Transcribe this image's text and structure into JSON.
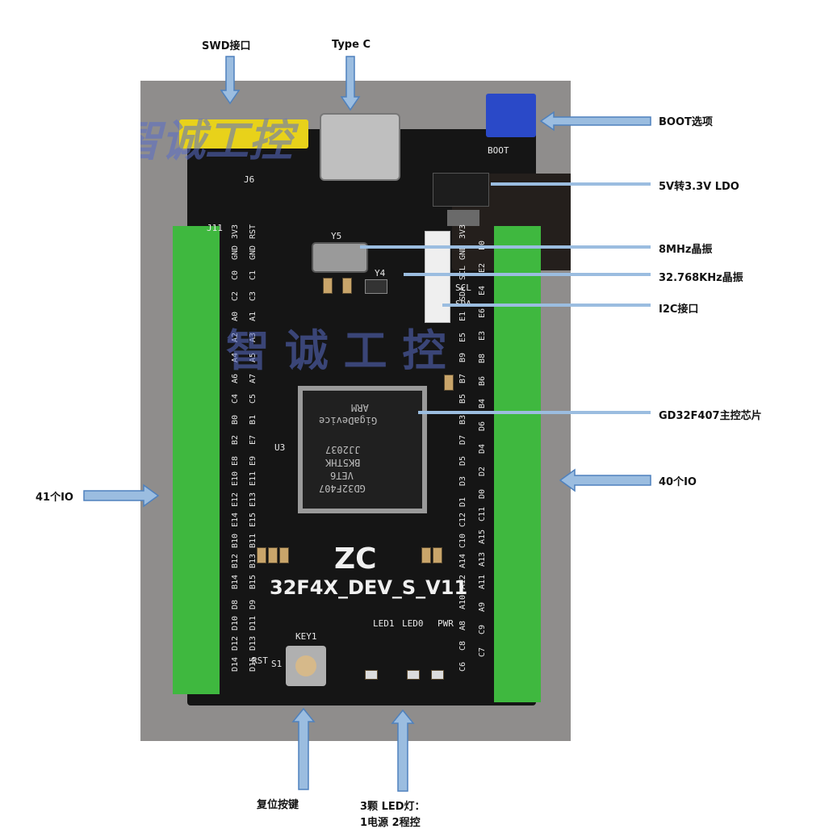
{
  "labels": {
    "swd": "SWD接口",
    "typec": "Type C",
    "boot": "BOOT选项",
    "ldo": "5V转3.3V LDO",
    "xtal8": "8MHz晶振",
    "xtal32": "32.768KHz晶振",
    "i2c": "I2C接口",
    "mcu": "GD32F407主控芯片",
    "io41": "41个IO",
    "io40": "40个IO",
    "reset": "复位按键",
    "led_line1": "3颗 LED灯：",
    "led_line2": "1电源  2程控"
  },
  "board": {
    "brand": "ZC",
    "model": "32F4X_DEV_S_V11",
    "watermark": "智 诚 工 控",
    "watermark_small": "智诚工控",
    "chip_lines": [
      "GigaDevice",
      "GD32F407",
      "VET6",
      "BK5THK",
      "JJ2037",
      "ARM"
    ],
    "silk": {
      "key": "KEY1",
      "s1": "S1",
      "led1": "LED1",
      "led0": "LED0",
      "pwr": "PWR",
      "rst": "RST",
      "u3": "U3",
      "y5": "Y5",
      "y4": "Y4",
      "j11": "J11",
      "j6": "J6",
      "boot0": "BOOT",
      "scl": "SCL",
      "sda": "SDA",
      "left_col1": [
        "3V3",
        "GND",
        "C0",
        "C2",
        "A0",
        "A2",
        "A4",
        "A6",
        "C4",
        "B0",
        "B2",
        "E8",
        "E10",
        "E12",
        "E14",
        "B10",
        "B12",
        "B14",
        "D8",
        "D10",
        "D12",
        "D14"
      ],
      "left_col2": [
        "RST",
        "GND",
        "C1",
        "C3",
        "A1",
        "A3",
        "A5",
        "A7",
        "C5",
        "B1",
        "E7",
        "E9",
        "E11",
        "E13",
        "E15",
        "B11",
        "B13",
        "B15",
        "D9",
        "D11",
        "D13",
        "D15"
      ],
      "right_col1": [
        "3V3",
        "GND",
        "SCL",
        "SDA",
        "E1",
        "E5",
        "B9",
        "B7",
        "B5",
        "B3",
        "D7",
        "D5",
        "D3",
        "D1",
        "C12",
        "C10",
        "A14",
        "A12",
        "A10",
        "A8",
        "C8",
        "C6"
      ],
      "right_col2": [
        "E0",
        "E2",
        "E4",
        "E6",
        "E3",
        "B8",
        "B6",
        "B4",
        "D6",
        "D4",
        "D2",
        "D0",
        "C11",
        "A15",
        "A13",
        "A11",
        "A9",
        "C9",
        "C7"
      ]
    }
  },
  "colors": {
    "arrow": "#9bbde0",
    "arrow_border": "#4f81bd",
    "header_green": "#3fb83f",
    "pcb": "#151515"
  }
}
